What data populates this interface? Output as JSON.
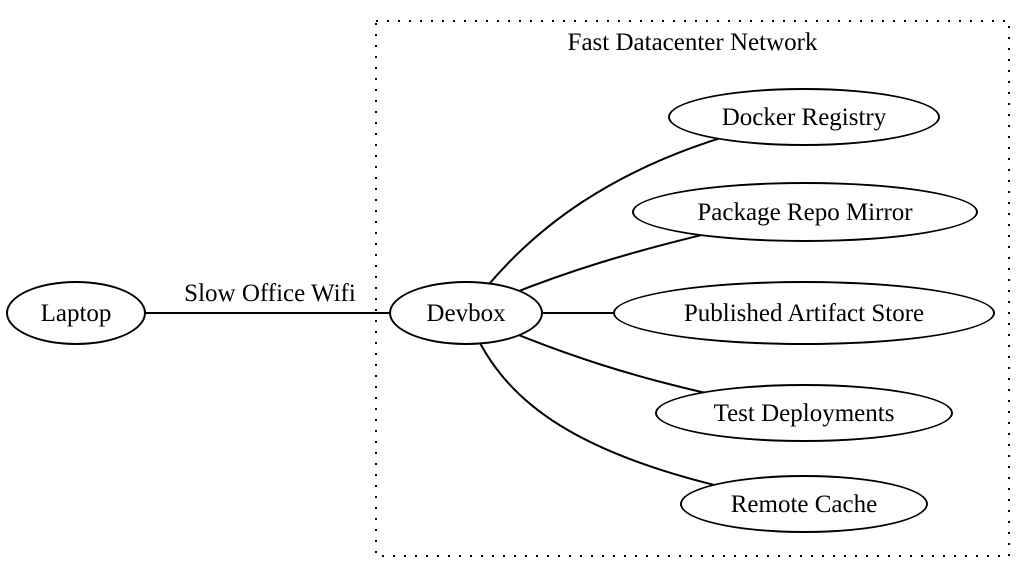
{
  "diagram": {
    "type": "network-graph",
    "background_color": "#ffffff",
    "stroke_color": "#000000",
    "cluster": {
      "label": "Fast Datacenter Network",
      "border_style": "dotted"
    },
    "nodes": [
      {
        "id": "laptop",
        "label": "Laptop",
        "shape": "ellipse",
        "in_cluster": false
      },
      {
        "id": "devbox",
        "label": "Devbox",
        "shape": "ellipse",
        "in_cluster": true
      },
      {
        "id": "docker-registry",
        "label": "Docker Registry",
        "shape": "ellipse",
        "in_cluster": true
      },
      {
        "id": "package-repo-mirror",
        "label": "Package Repo Mirror",
        "shape": "ellipse",
        "in_cluster": true
      },
      {
        "id": "published-artifact-store",
        "label": "Published Artifact Store",
        "shape": "ellipse",
        "in_cluster": true
      },
      {
        "id": "test-deployments",
        "label": "Test Deployments",
        "shape": "ellipse",
        "in_cluster": true
      },
      {
        "id": "remote-cache",
        "label": "Remote Cache",
        "shape": "ellipse",
        "in_cluster": true
      }
    ],
    "edges": [
      {
        "from": "laptop",
        "to": "devbox",
        "label": "Slow Office Wifi",
        "directed": false
      },
      {
        "from": "devbox",
        "to": "docker-registry",
        "label": "",
        "directed": false
      },
      {
        "from": "devbox",
        "to": "package-repo-mirror",
        "label": "",
        "directed": false
      },
      {
        "from": "devbox",
        "to": "published-artifact-store",
        "label": "",
        "directed": false
      },
      {
        "from": "devbox",
        "to": "test-deployments",
        "label": "",
        "directed": false
      },
      {
        "from": "devbox",
        "to": "remote-cache",
        "label": "",
        "directed": false
      }
    ]
  }
}
